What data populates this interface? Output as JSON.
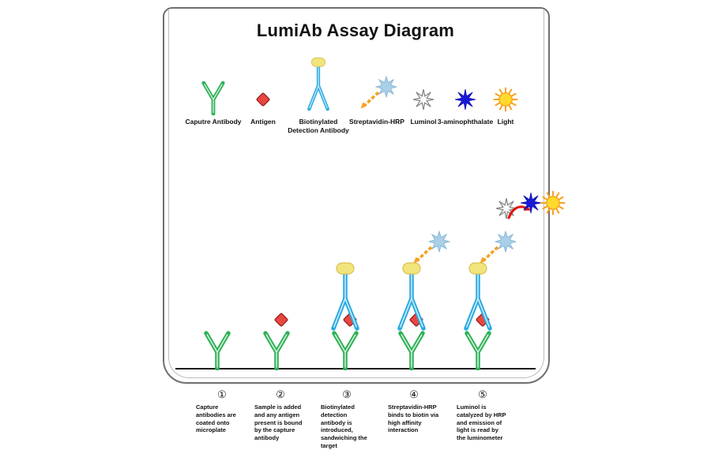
{
  "title": "LumiAb Assay Diagram",
  "legend": {
    "items": [
      {
        "id": "capture-antibody",
        "label": "Caputre Antibody"
      },
      {
        "id": "antigen",
        "label": "Antigen"
      },
      {
        "id": "detection-antibody",
        "label": "Biotinylated Detection Antibody"
      },
      {
        "id": "streptavidin-hrp",
        "label": "Streptavidin-HRP"
      },
      {
        "id": "luminol",
        "label": "Luminol"
      },
      {
        "id": "aminophthalate",
        "label": "3-aminophthalate"
      },
      {
        "id": "light",
        "label": "Light"
      }
    ]
  },
  "steps": [
    {
      "number": "①",
      "text": "Capture antibodies are coated onto microplate"
    },
    {
      "number": "②",
      "text": "Sample is added and any antigen present is bound by the capture antibody"
    },
    {
      "number": "③",
      "text": "Biotinylated detection antibody is introduced, sandwiching the target"
    },
    {
      "number": "④",
      "text": "Streptavidin-HRP binds to biotin via high affinity interaction"
    },
    {
      "number": "⑤",
      "text": "Luminol is catalyzed by HRP and emission of light is read by the luminometer"
    }
  ],
  "colors": {
    "capture_antibody": "#2eb157",
    "detection_antibody": "#2aabe2",
    "antigen": "#e8473f",
    "biotin_cap": "#f2e47c",
    "streptavidin_hrp": "#aacfe6",
    "luminol_outline": "#8a8a8a",
    "aminophthalate": "#1a1adb",
    "light_core": "#ffd92b",
    "arrow_orange": "#f7a11a",
    "arrow_red": "#e0150a"
  }
}
